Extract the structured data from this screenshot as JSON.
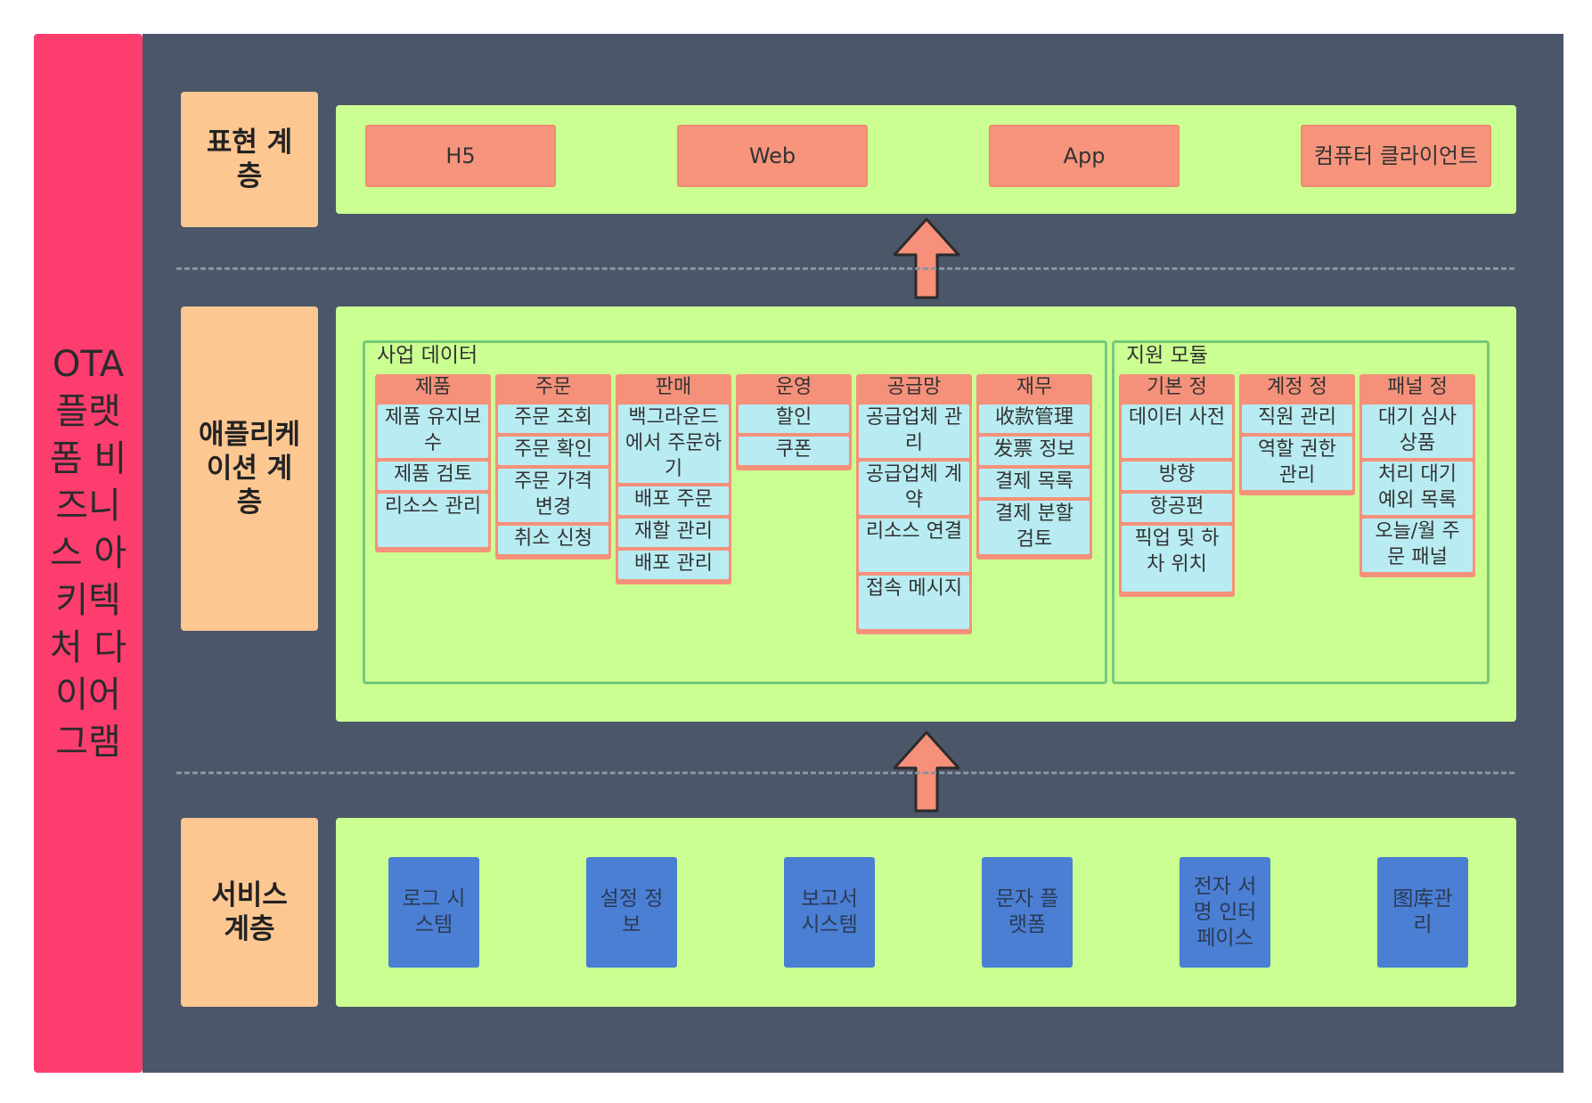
{
  "diagram_title": "OTA 플랫폼 비즈니스 아키텍처 다이어그램",
  "layers": {
    "presentation": {
      "label": "표현 계층",
      "items": [
        "H5",
        "Web",
        "App",
        "컴퓨터 클라이언트"
      ]
    },
    "application": {
      "label": "애플리케이션 계층",
      "groups": [
        {
          "title": "사업 데이터",
          "modules": [
            {
              "title": "제품",
              "items": [
                "제품 유지보수",
                "제품 검토",
                "리소스 관리"
              ]
            },
            {
              "title": "주문",
              "items": [
                "주문 조회",
                "주문 확인",
                "주문 가격 변경",
                "취소 신청"
              ]
            },
            {
              "title": "판매",
              "items": [
                "백그라운드에서 주문하기",
                "배포 주문",
                "재할 관리",
                "배포 관리"
              ]
            },
            {
              "title": "운영",
              "items": [
                "할인",
                "쿠폰"
              ]
            },
            {
              "title": "공급망",
              "items": [
                "공급업체 관리",
                "공급업체 계약",
                "리소스 연결",
                "접속 메시지"
              ]
            },
            {
              "title": "재무",
              "items": [
                "收款管理",
                "发票 정보",
                "결제 목록",
                "결제 분할 검토"
              ]
            }
          ]
        },
        {
          "title": "지원 모듈",
          "modules": [
            {
              "title": "기본 정",
              "items": [
                "데이터 사전",
                "방향",
                "항공편",
                "픽업 및 하차 위치"
              ]
            },
            {
              "title": "계정 정",
              "items": [
                "직원 관리",
                "역할 권한 관리"
              ]
            },
            {
              "title": "패널 정",
              "items": [
                "대기 심사 상품",
                "처리 대기 예외 목록",
                "오늘/월 주문 패널"
              ]
            }
          ]
        }
      ]
    },
    "service": {
      "label": "서비스 계층",
      "items": [
        "로그 시스템",
        "설정 정보",
        "보고서 시스템",
        "문자 플랫폼",
        "전자 서명 인터페이스",
        "图库관리"
      ]
    }
  },
  "colors": {
    "sidebar": "#fe3d6f",
    "background": "#4b5668",
    "layer_label": "#fdc792",
    "panel": "#ccff91",
    "presentation_item": "#f6947c",
    "module_header": "#f5917a",
    "module_item": "#b8ecf2",
    "service_item": "#4a7fd4",
    "group_border": "#74c97a",
    "arrow": "#f6907b"
  }
}
